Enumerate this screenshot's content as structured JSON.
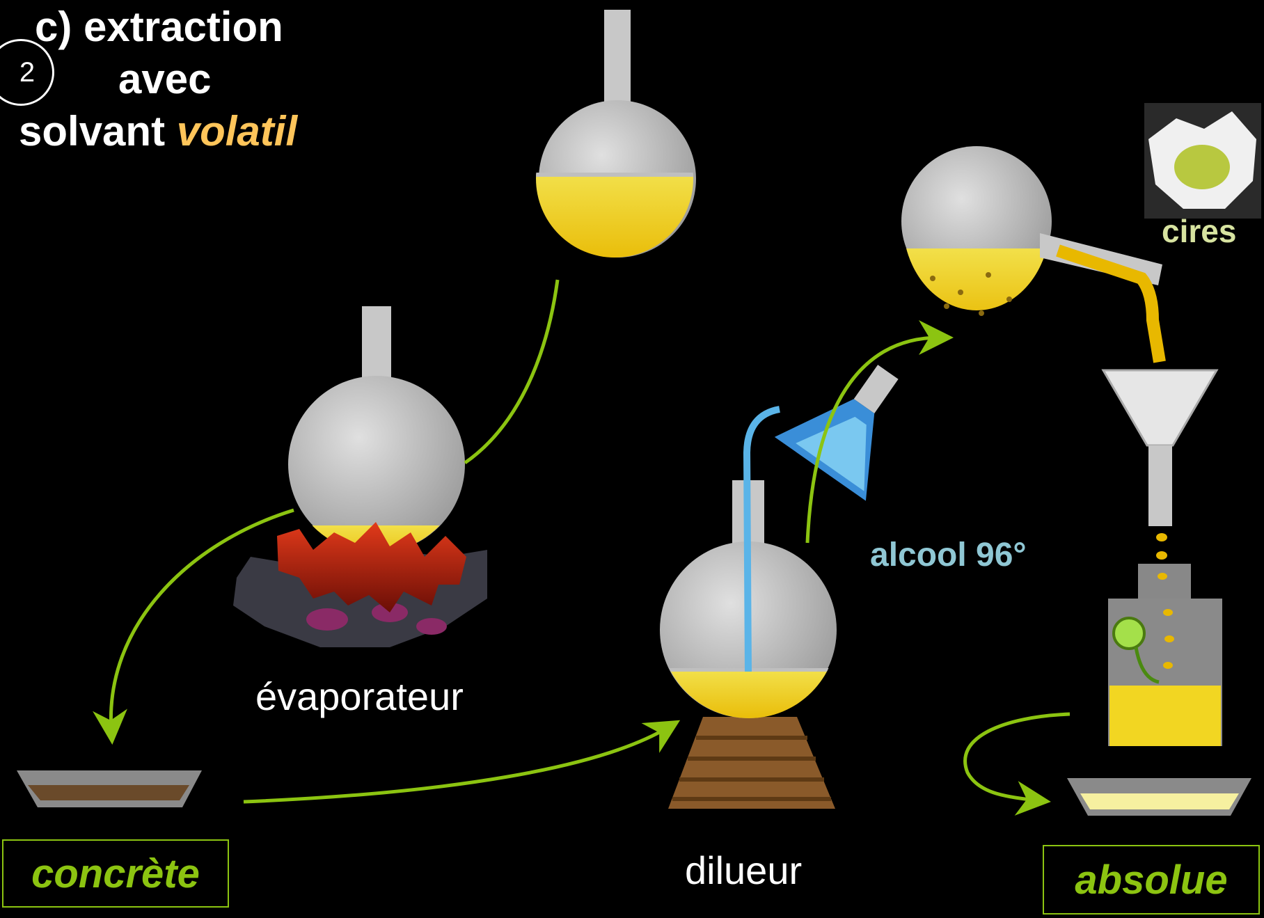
{
  "step_number": "2",
  "title": {
    "line1": "c) extraction",
    "line2": "avec",
    "line3_prefix": "solvant",
    "line3_highlight": "volatil"
  },
  "labels": {
    "evaporateur": "évaporateur",
    "dilueur": "dilueur",
    "alcool": "alcool 96°",
    "cires": "cires",
    "concrete": "concrète",
    "absolue": "absolue"
  },
  "colors": {
    "arrow": "#8cc411",
    "highlight": "#ffc55a",
    "liquid": "#e8c40a",
    "alcohol": "#5ab4e8",
    "glass": "#c8c8c8",
    "flame": "#c83a1a"
  }
}
